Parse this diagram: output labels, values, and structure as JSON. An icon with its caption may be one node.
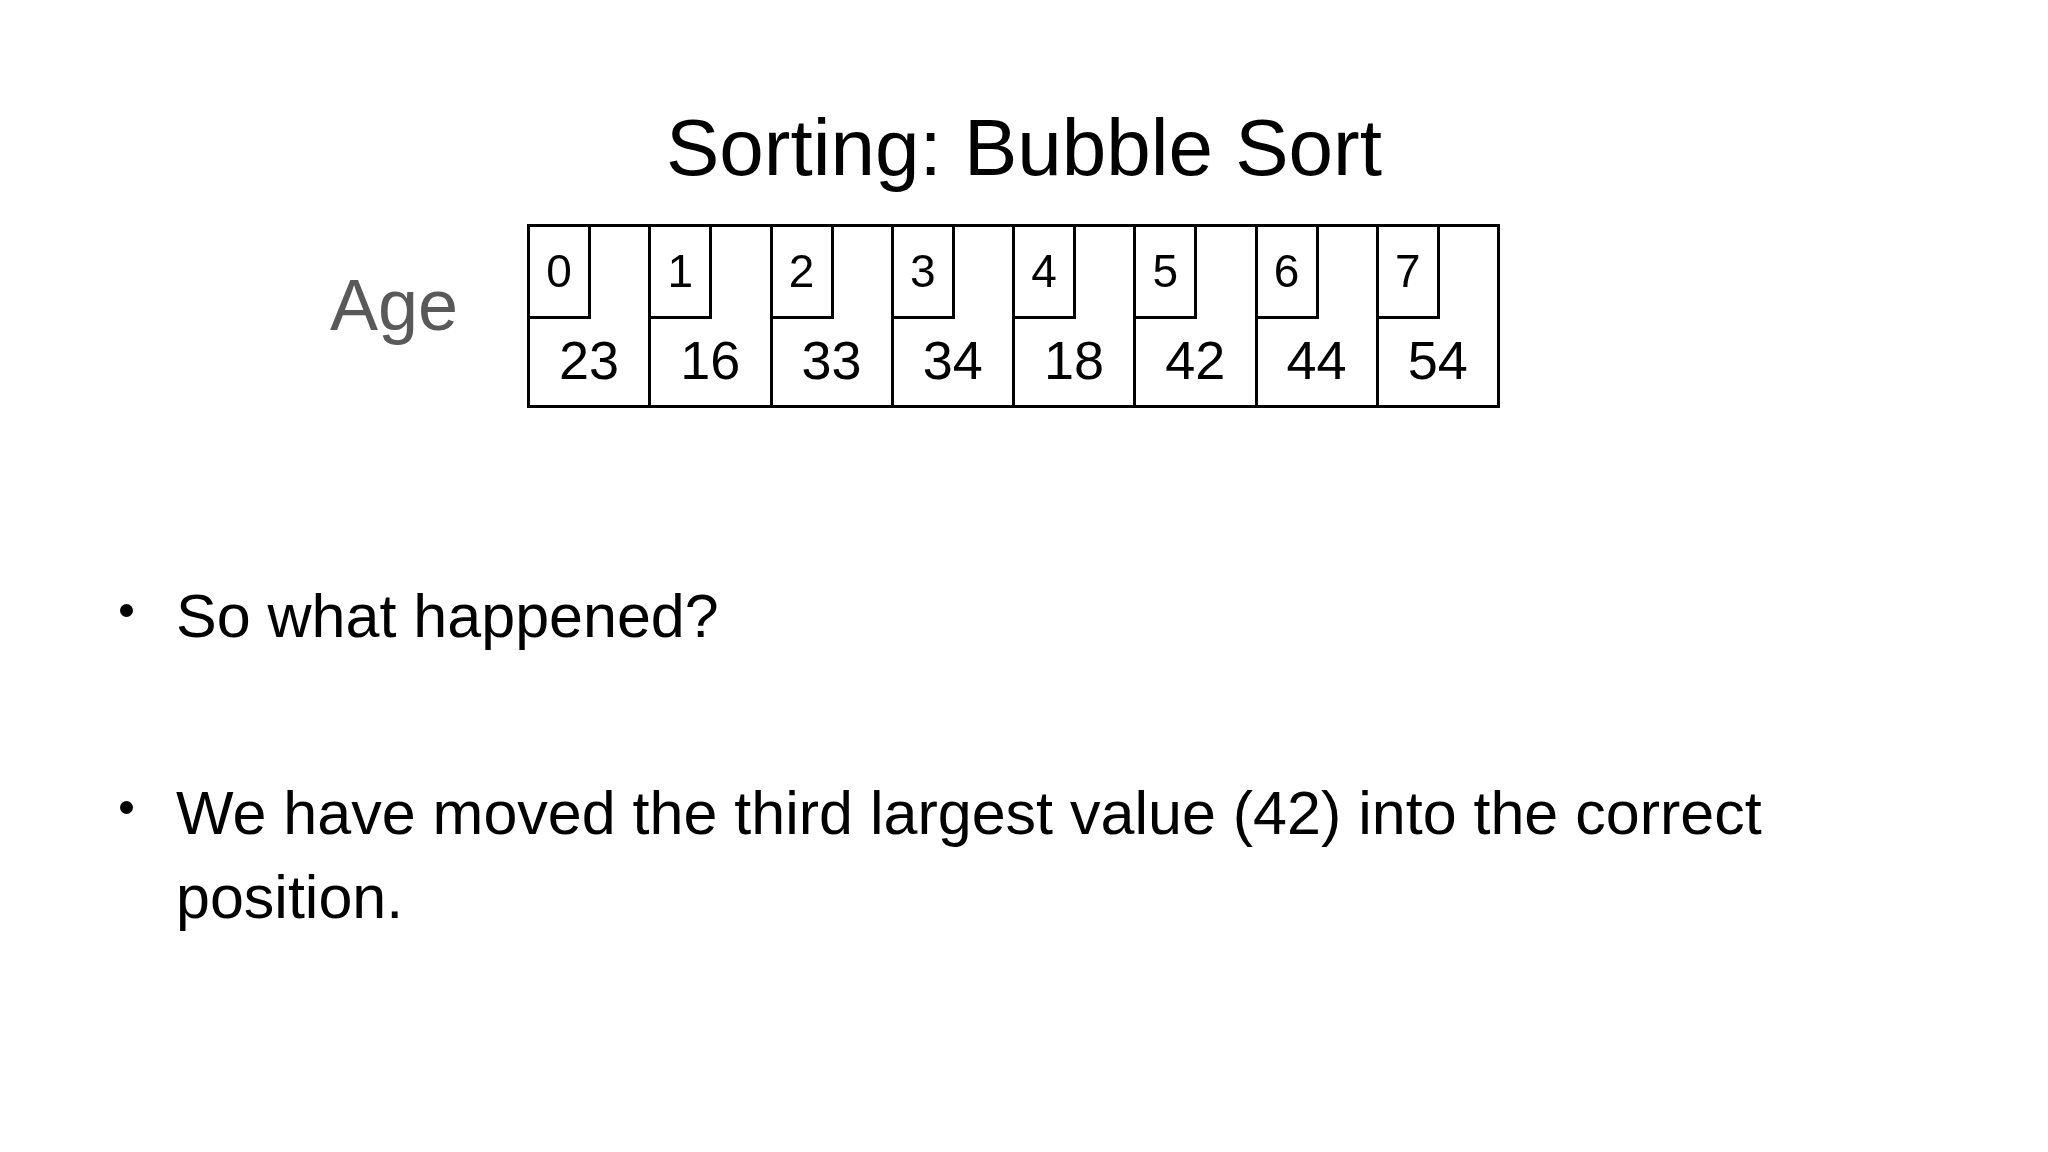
{
  "diagram": {
    "title": "Sorting: Bubble Sort",
    "nodes": [
      {
        "text": [
          "23"
        ]
      },
      {
        "text": [
          "0"
        ],
        "in": 0
      },
      {
        "text": [
          "16"
        ]
      },
      {
        "text": [
          "1"
        ],
        "in": 2
      },
      {
        "text": [
          "33"
        ]
      },
      {
        "text": [
          "2"
        ],
        "in": 4
      },
      {
        "text": [
          "34"
        ]
      },
      {
        "text": [
          "3"
        ],
        "in": 6
      },
      {
        "text": [
          "18"
        ]
      },
      {
        "text": [
          "4"
        ],
        "in": 8
      },
      {
        "text": [
          "42"
        ]
      },
      {
        "text": [
          "5"
        ],
        "in": 10
      },
      {
        "text": [
          "44"
        ]
      },
      {
        "text": [
          "6"
        ],
        "in": 12
      },
      {
        "text": [
          "54"
        ]
      },
      {
        "text": [
          "7"
        ],
        "in": 14
      }
    ],
    "labels": [
      "Age",
      "So what happened?",
      "We have moved the third largest value (42) into the correct position."
    ]
  }
}
